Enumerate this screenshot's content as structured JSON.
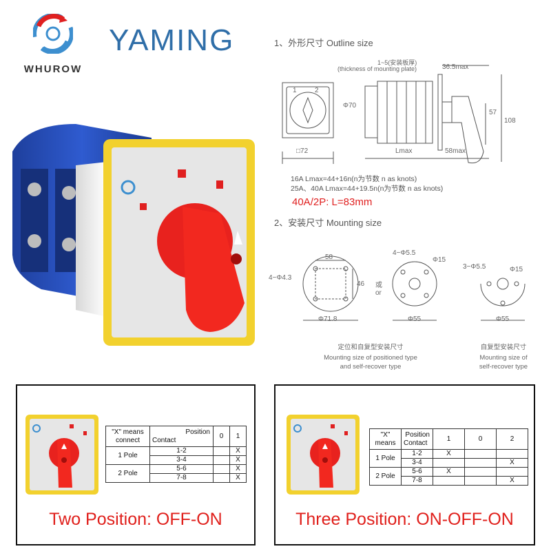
{
  "brand": {
    "logo_word": "WHUROW",
    "name": "YAMING",
    "colors": {
      "brand_blue": "#2f6ea8",
      "logo_red": "#e02020",
      "logo_blue": "#3d8fcf"
    }
  },
  "drawings": {
    "outline_heading": "1、外形尺寸 Outline size",
    "mounting_plate_label": "1~5(安装板厚)",
    "mounting_plate_en": "(thickness of mounting plate)",
    "dim_36_5": "36.5max",
    "dim_phi70": "Φ70",
    "dim_57": "57",
    "dim_108": "108",
    "dim_72": "□72",
    "dim_lmax": "Lmax",
    "dim_58max": "58max",
    "pos_1": "1",
    "pos_2": "2",
    "formula_16a": "16A   Lmax=44+16n(n为节数  n as knots)",
    "formula_25a": "25A、40A  Lmax=44+19.5n(n为节数  n as knots)",
    "red_note": "40A/2P:  L=83mm",
    "mounting_heading": "2、安装尺寸 Mounting size",
    "dim_58": "58",
    "dim_46": "46",
    "dim_4phi4_3": "4−Φ4.3",
    "dim_phi71_8": "Φ71.8",
    "or_cn": "或",
    "or_en": "or",
    "dim_4phi5_5": "4−Φ5.5",
    "dim_phi15_a": "Φ15",
    "dim_phi55_a": "Φ55",
    "dim_3phi5_5": "3−Φ5.5",
    "dim_phi15_b": "Φ15",
    "dim_phi55_b": "Φ55",
    "caption_left_cn": "定位和自复型安装尺寸",
    "caption_left_en1": "Mounting size of positioned type",
    "caption_left_en2": "and self-recover type",
    "caption_right_cn": "自复型安装尺寸",
    "caption_right_en1": "Mounting size of",
    "caption_right_en2": "self-recover type"
  },
  "panels": {
    "two_position": {
      "title": "Two Position: OFF-ON",
      "x_means": "\"X\" means connect",
      "position_label": "Position",
      "contact_label": "Contact",
      "positions": [
        "0",
        "1"
      ],
      "rows": [
        {
          "pole": "1 Pole",
          "contact": "1-2",
          "cells": [
            "",
            "X"
          ]
        },
        {
          "pole": "",
          "contact": "3-4",
          "cells": [
            "",
            "X"
          ]
        },
        {
          "pole": "2 Pole",
          "contact": "5-6",
          "cells": [
            "",
            "X"
          ]
        },
        {
          "pole": "",
          "contact": "7-8",
          "cells": [
            "",
            "X"
          ]
        }
      ]
    },
    "three_position": {
      "title": "Three Position: ON-OFF-ON",
      "x_means": "\"X\" means",
      "position_label": "Position",
      "contact_label": "Contact",
      "positions": [
        "1",
        "0",
        "2"
      ],
      "rows": [
        {
          "pole": "1 Pole",
          "contact": "1-2",
          "cells": [
            "X",
            "",
            ""
          ]
        },
        {
          "pole": "",
          "contact": "3-4",
          "cells": [
            "",
            "",
            "X"
          ]
        },
        {
          "pole": "2 Pole",
          "contact": "5-6",
          "cells": [
            "X",
            "",
            ""
          ]
        },
        {
          "pole": "",
          "contact": "7-8",
          "cells": [
            "",
            "",
            "X"
          ]
        }
      ]
    }
  }
}
